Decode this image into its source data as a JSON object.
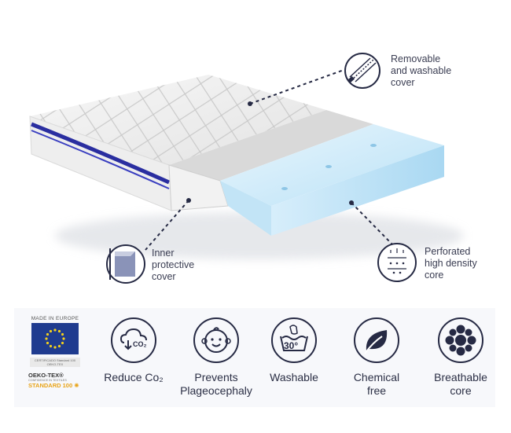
{
  "callouts": {
    "cover": [
      "Removable",
      "and washable",
      "cover"
    ],
    "inner": [
      "Inner",
      "protective",
      "cover"
    ],
    "core": [
      "Perforated",
      "high density",
      "core"
    ]
  },
  "badge": {
    "made_in": "MADE IN EUROPE",
    "cert_line": "CERTIFICADO Standard 100 OEKO-TEX",
    "oeko": "OEKO-TEX®",
    "confidence": "CONFIDENCE IN TEXTILES",
    "standard": "STANDARD 100"
  },
  "features": [
    {
      "icon": "co2-reduction-icon",
      "lines": [
        "Reduce Co₂"
      ]
    },
    {
      "icon": "baby-face-icon",
      "lines": [
        "Prevents",
        "Plageocephaly"
      ]
    },
    {
      "icon": "washable-30-icon",
      "lines": [
        "Washable"
      ]
    },
    {
      "icon": "leaf-icon",
      "lines": [
        "Chemical",
        "free"
      ]
    },
    {
      "icon": "breathable-core-icon",
      "lines": [
        "Breathable",
        "core"
      ]
    }
  ],
  "wash_temp": "30°",
  "co2_text": "CO₂",
  "colors": {
    "navy": "#262a44",
    "eu_blue": "#1f3b8f",
    "eu_star": "#f4d11b",
    "foam": "#cfeaf9",
    "piping": "#2a2ea0"
  }
}
